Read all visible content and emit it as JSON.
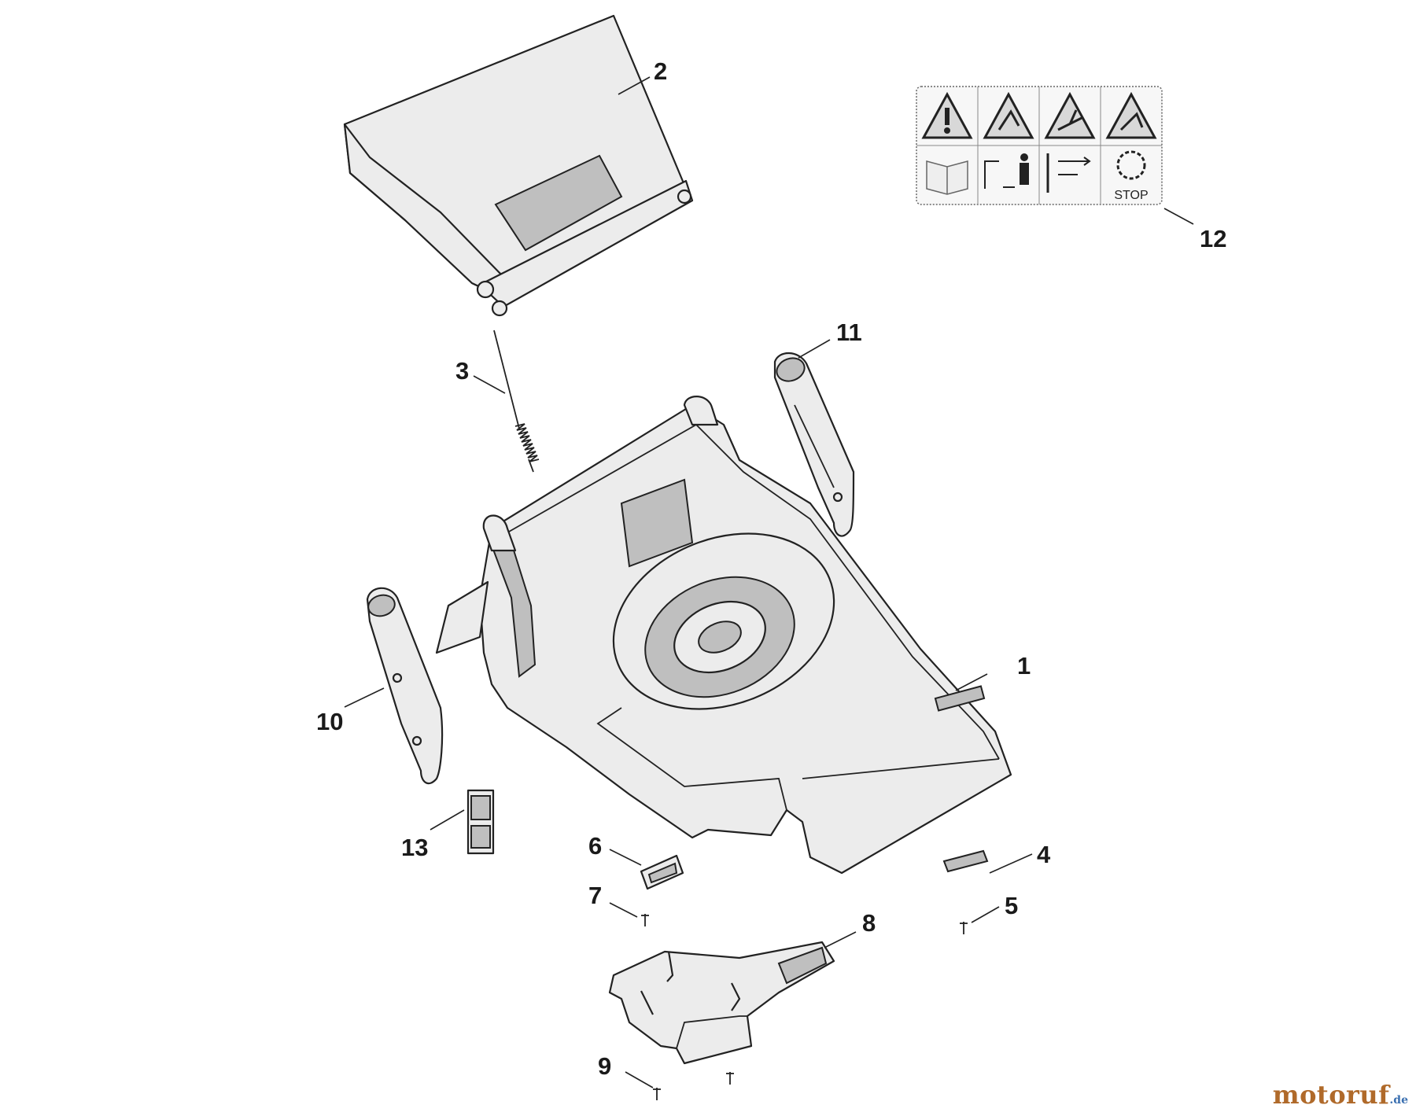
{
  "labels": {
    "p1": "1",
    "p2": "2",
    "p3": "3",
    "p4": "4",
    "p5": "5",
    "p6": "6",
    "p7": "7",
    "p8": "8",
    "p9": "9",
    "p10": "10",
    "p11": "11",
    "p12": "12",
    "p13": "13"
  },
  "decal": {
    "stop_text": "STOP"
  },
  "watermark": {
    "main": "motoruf",
    "sub": ".de"
  },
  "colors": {
    "watermark_brand": "#b06a2a",
    "watermark_domain": "#3a6fb0"
  }
}
